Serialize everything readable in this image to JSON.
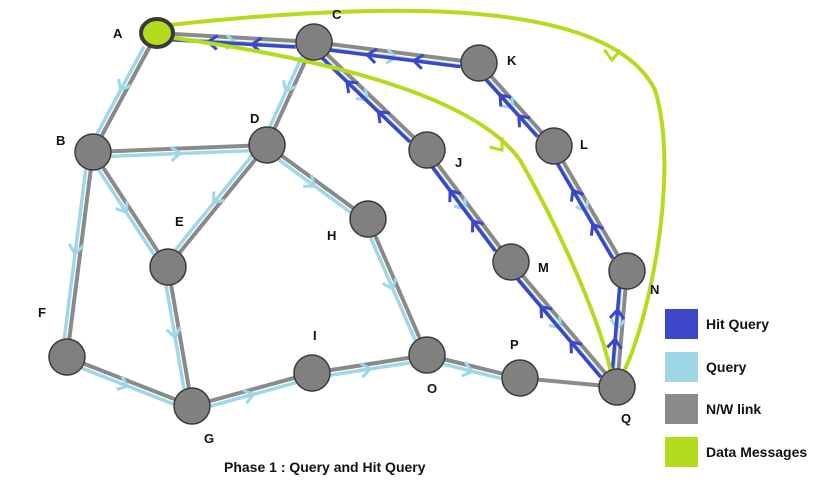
{
  "colors": {
    "background": "#ffffff",
    "node_fill": "#808080",
    "node_stroke": "#3a3a3a",
    "link": "#8a8a8a",
    "query": "#9fd7e6",
    "hit_query": "#3c46c8",
    "data_message": "#b4dc1e"
  },
  "nodes": [
    {
      "id": "A",
      "label": "A"
    },
    {
      "id": "B",
      "label": "B"
    },
    {
      "id": "C",
      "label": "C"
    },
    {
      "id": "D",
      "label": "D"
    },
    {
      "id": "E",
      "label": "E"
    },
    {
      "id": "F",
      "label": "F"
    },
    {
      "id": "G",
      "label": "G"
    },
    {
      "id": "H",
      "label": "H"
    },
    {
      "id": "I",
      "label": "I"
    },
    {
      "id": "J",
      "label": "J"
    },
    {
      "id": "K",
      "label": "K"
    },
    {
      "id": "L",
      "label": "L"
    },
    {
      "id": "M",
      "label": "M"
    },
    {
      "id": "N",
      "label": "N"
    },
    {
      "id": "O",
      "label": "O"
    },
    {
      "id": "P",
      "label": "P"
    },
    {
      "id": "Q",
      "label": "Q"
    }
  ],
  "links": [
    [
      "A",
      "B"
    ],
    [
      "A",
      "C"
    ],
    [
      "B",
      "D"
    ],
    [
      "B",
      "E"
    ],
    [
      "B",
      "F"
    ],
    [
      "C",
      "D"
    ],
    [
      "C",
      "J"
    ],
    [
      "C",
      "K"
    ],
    [
      "D",
      "E"
    ],
    [
      "D",
      "H"
    ],
    [
      "E",
      "G"
    ],
    [
      "F",
      "G"
    ],
    [
      "G",
      "I"
    ],
    [
      "I",
      "O"
    ],
    [
      "H",
      "O"
    ],
    [
      "O",
      "P"
    ],
    [
      "P",
      "Q"
    ],
    [
      "J",
      "M"
    ],
    [
      "M",
      "Q"
    ],
    [
      "K",
      "L"
    ],
    [
      "L",
      "N"
    ],
    [
      "N",
      "Q"
    ]
  ],
  "queries": [
    [
      "A",
      "B"
    ],
    [
      "A",
      "C"
    ],
    [
      "B",
      "D"
    ],
    [
      "B",
      "E"
    ],
    [
      "B",
      "F"
    ],
    [
      "C",
      "D"
    ],
    [
      "C",
      "J"
    ],
    [
      "C",
      "K"
    ],
    [
      "D",
      "E"
    ],
    [
      "D",
      "H"
    ],
    [
      "E",
      "G"
    ],
    [
      "F",
      "G"
    ],
    [
      "G",
      "I"
    ],
    [
      "I",
      "O"
    ],
    [
      "H",
      "O"
    ],
    [
      "O",
      "P"
    ],
    [
      "J",
      "M"
    ],
    [
      "M",
      "Q"
    ],
    [
      "K",
      "L"
    ],
    [
      "L",
      "N"
    ],
    [
      "N",
      "Q"
    ]
  ],
  "hit_queries": [
    [
      "C",
      "A"
    ],
    [
      "K",
      "C"
    ],
    [
      "J",
      "C"
    ],
    [
      "M",
      "J"
    ],
    [
      "Q",
      "M"
    ],
    [
      "L",
      "K"
    ],
    [
      "N",
      "L"
    ],
    [
      "Q",
      "N"
    ]
  ],
  "data_messages": [
    {
      "from": "A",
      "to": "Q",
      "via": "J"
    },
    {
      "from": "A",
      "to": "Q",
      "via": "top-right"
    }
  ],
  "legend": [
    {
      "key": "hit_query",
      "label": "Hit Query"
    },
    {
      "key": "query",
      "label": "Query"
    },
    {
      "key": "link",
      "label": "N/W link"
    },
    {
      "key": "data_message",
      "label": "Data Messages"
    }
  ],
  "caption": "Phase 1 : Query and Hit Query"
}
